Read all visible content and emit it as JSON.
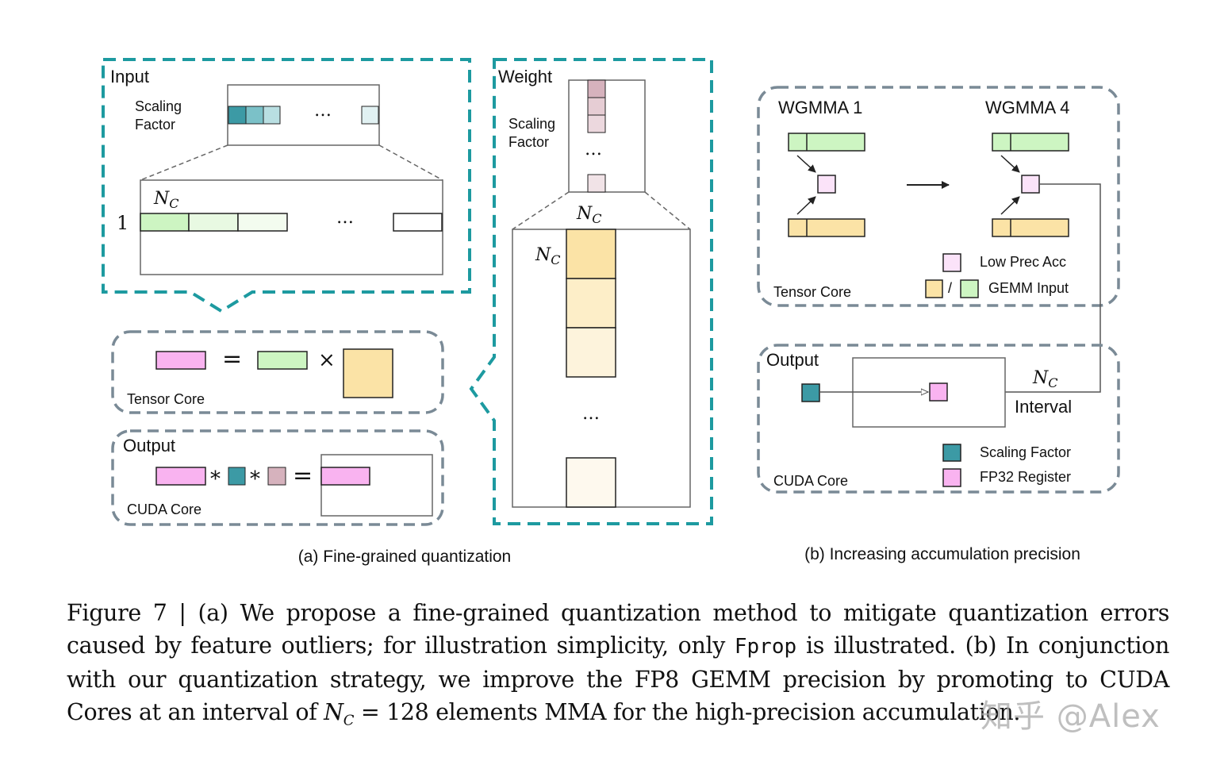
{
  "colors": {
    "teal_border": "#1d9aa0",
    "gray_border": "#7a8a96",
    "green": "#cdf5c2",
    "green_light": "#e8f9e2",
    "green_lighter": "#f3fcef",
    "peach": "#fbe3a6",
    "peach_light": "#fdeec8",
    "peach_lighter": "#fef6e2",
    "pink": "#f9b3f0",
    "pink_light": "#fbe3f9",
    "teal_fill": "#3c9aa5",
    "teal_mid": "#7bc1c8",
    "teal_light": "#b9dfe2",
    "teal_lighter": "#e1f1f2",
    "mauve": "#d6b2bd",
    "mauve_light": "#e6cdd4",
    "mauve_lighter": "#f1e3e7"
  },
  "panel_a": {
    "input_label": "Input",
    "scaling_factor_line1": "Scaling",
    "scaling_factor_line2": "Factor",
    "ellipsis": "…",
    "nc": "N",
    "nc_sub": "C",
    "row_one": "1",
    "weight_label": "Weight",
    "equals": "=",
    "times": "×",
    "tensor_core_label": "Tensor Core",
    "output_label": "Output",
    "star": "*",
    "cuda_core_label": "CUDA Core",
    "caption": "(a) Fine-grained quantization"
  },
  "panel_b": {
    "wgmma1": "WGMMA 1",
    "wgmma4": "WGMMA 4",
    "tensor_core_label": "Tensor Core",
    "low_prec_acc": "Low Prec Acc",
    "slash": "/",
    "gemm_input": "GEMM Input",
    "output_label": "Output",
    "nc": "N",
    "nc_sub": "C",
    "interval": "Interval",
    "scaling_factor": "Scaling Factor",
    "fp32_register": "FP32 Register",
    "cuda_core_label": "CUDA Core",
    "caption": "(b) Increasing accumulation precision"
  },
  "figure_caption": {
    "part1": "Figure 7 | (a) We propose a fine-grained quantization method to mitigate quantization errors caused by feature outliers; for illustration simplicity, only ",
    "code": "Fprop",
    "part2": " is illustrated. (b) In conjunction with our quantization strategy, we improve the FP8 GEMM precision by promoting to CUDA Cores at an interval of ",
    "nc": "N",
    "nc_sub": "C",
    "part3": " = 128 elements MMA for the high-precision accumulation."
  },
  "watermark": "知乎 @Alex"
}
